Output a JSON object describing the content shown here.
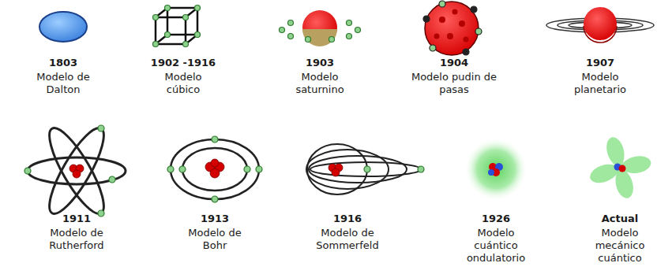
{
  "diagram": {
    "labels": [
      "1803",
      "Modelo de Dalton",
      "1902 -1916",
      "Modelo cúbico",
      "1903",
      "Modelo saturnino",
      "1904",
      "Modelo pudin de pasas",
      "1907",
      "Modelo planetario",
      "1911",
      "Modelo de Rutherford",
      "1913",
      "Modelo de Bohr",
      "1916",
      "Modelo de Sommerfeld",
      "1926",
      "Modelo cuántico ondulatorio",
      "Actual",
      "Modelo mecánico cuántico"
    ]
  }
}
